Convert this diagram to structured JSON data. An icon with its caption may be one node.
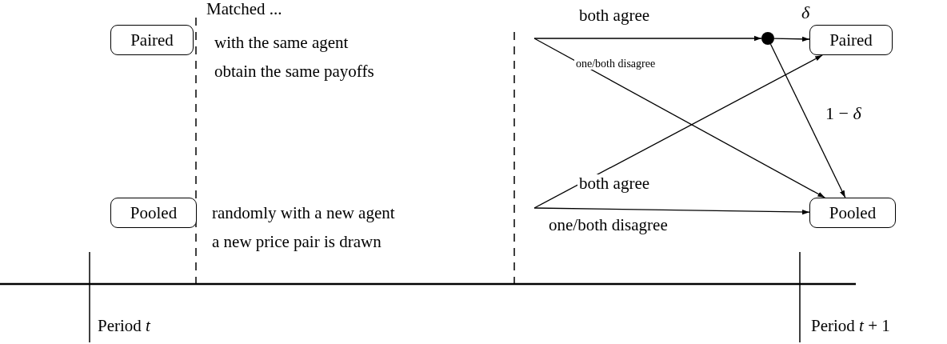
{
  "diagram": {
    "nodes": [
      {
        "text": [
          "Paired"
        ]
      },
      {
        "text": [
          "Pooled"
        ]
      },
      {
        "text": [],
        "shape": "circle"
      },
      {
        "text": [
          "Paired"
        ]
      },
      {
        "text": [
          "Pooled"
        ]
      }
    ],
    "edges": [
      {
        "from": null,
        "to": 2,
        "arrow": "to",
        "label": "both agree"
      },
      {
        "from": null,
        "to": 4,
        "arrow": "to",
        "label": "one/both disagree"
      },
      {
        "from": null,
        "to": 3,
        "arrow": "to",
        "label": "both agree"
      },
      {
        "from": null,
        "to": 4,
        "arrow": "to",
        "label": "one/both disagree"
      },
      {
        "from": 2,
        "to": 3,
        "arrow": "to",
        "label": "δ"
      },
      {
        "from": 2,
        "to": 4,
        "arrow": "to",
        "label": "1 − *δ*"
      }
    ],
    "labels": [
      "Matched ...",
      "with the same agent",
      "obtain the same payoffs",
      "randomly with a new agent",
      "a new price pair is drawn",
      "Period *t*",
      "Period *t* + 1"
    ]
  }
}
